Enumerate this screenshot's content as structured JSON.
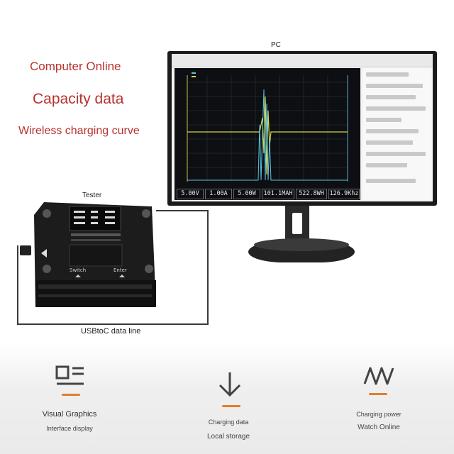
{
  "labels": {
    "pc": "PC",
    "tester": "Tester",
    "usb": "USBtoC data line"
  },
  "headlines": {
    "line1": "Computer Online",
    "line2": "Capacity data",
    "line3": "Wireless charging curve"
  },
  "monitor": {
    "readouts": [
      "5.00V",
      "1.00A",
      "5.00W",
      "101.1MAH",
      "522.8WH",
      "126.9Khz"
    ]
  },
  "features": [
    {
      "icon": "document-lines-icon",
      "title": "Visual Graphics",
      "subtitle": "Interface display"
    },
    {
      "icon": "download-arrow-icon",
      "title": "Charging data",
      "subtitle": "Local storage"
    },
    {
      "icon": "waveform-icon",
      "title": "Charging power",
      "subtitle": "Watch Online"
    }
  ],
  "colors": {
    "accent_red": "#b8322f",
    "accent_orange": "#e37d2c"
  }
}
